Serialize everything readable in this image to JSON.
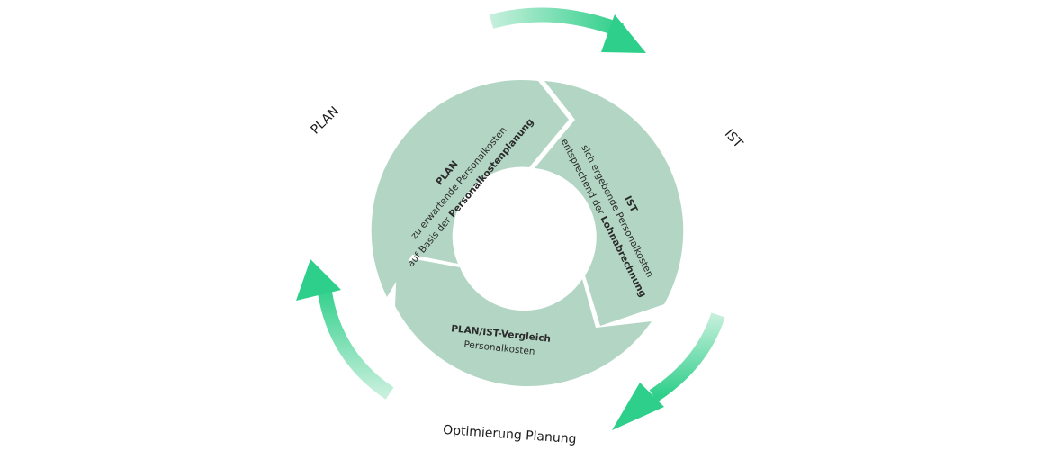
{
  "outer_labels": {
    "plan": "PLAN",
    "ist": "IST",
    "optimierung": "Optimierung Planung"
  },
  "segments": {
    "plan": {
      "title": "PLAN",
      "line1": "zu erwartende Personalkosten",
      "line2_prefix": "auf Basis der ",
      "line2_bold": "Personalkostenplanung"
    },
    "ist": {
      "title": "IST",
      "line1": "sich ergebende Personalkosten",
      "line2_prefix": "entsprechend der ",
      "line2_bold": "Lohnabrechnung"
    },
    "vergleich": {
      "title": "PLAN/IST-Vergleich",
      "line1": "Personalkosten"
    }
  },
  "colors": {
    "segment_fill": "#b3d6c4",
    "arrow_solid": "#2ecf8a",
    "arrow_fade": "#c6efdc"
  }
}
